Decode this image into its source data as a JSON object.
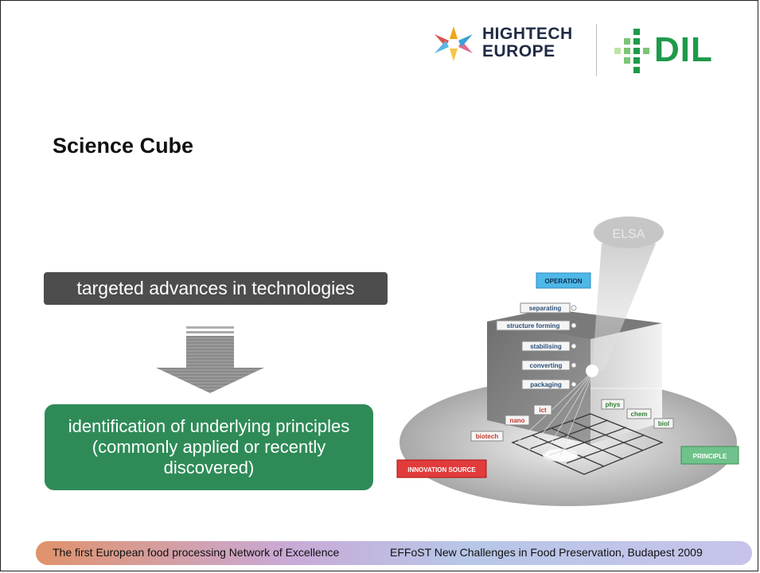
{
  "logos": {
    "hightech": [
      "HIGHTECH",
      "EUROPE"
    ],
    "dil": "DIL"
  },
  "slide": {
    "title": "Science Cube",
    "advances_box": "targeted advances in technologies",
    "principles_box": "identification of underlying principles (commonly applied or recently discovered)"
  },
  "cube": {
    "top_label": "ELSA",
    "operation": "OPERATION",
    "operations": [
      "separating",
      "structure forming",
      "stabilising",
      "converting",
      "packaging"
    ],
    "innovation_source": "INNOVATION SOURCE",
    "sources": [
      "ict",
      "nano",
      "biotech"
    ],
    "principle": "PRINCIPLE",
    "principles": [
      "phys",
      "chem",
      "biol"
    ]
  },
  "footer": {
    "left": "The first European food processing Network of Excellence",
    "right": "EFFoST New Challenges in Food Preservation, Budapest 2009"
  },
  "colors": {
    "dark_box": "#4d4d4d",
    "green_box": "#2e8b57",
    "operation_tag": "#4fb8e8",
    "innovation_tag": "#e23b3b",
    "principle_tag": "#6fc28b"
  }
}
